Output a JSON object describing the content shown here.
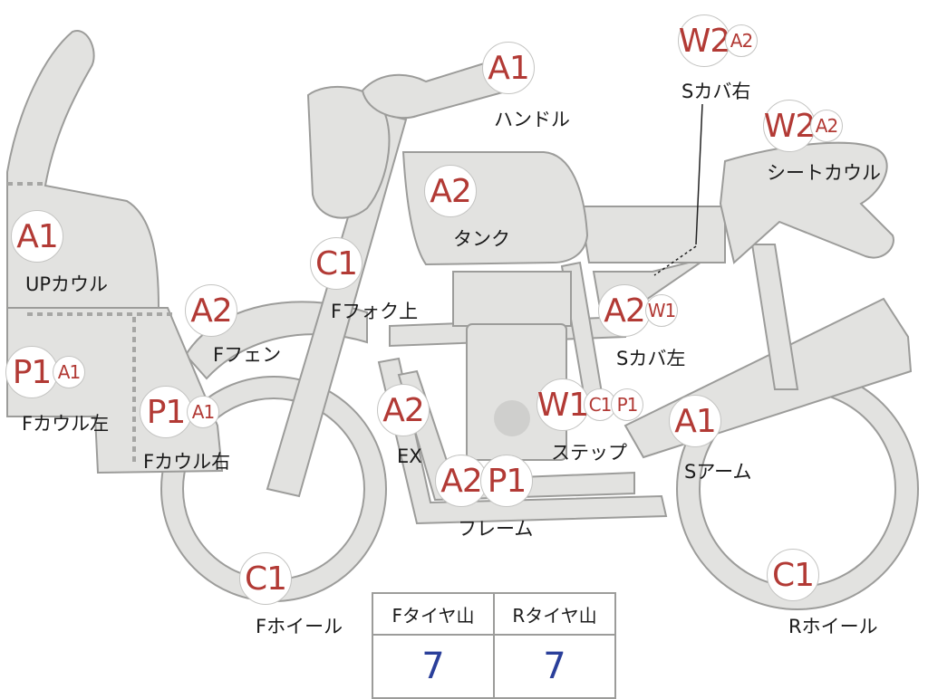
{
  "parts": [
    {
      "id": "handle",
      "label": "ハンドル",
      "codes": [
        "A1"
      ]
    },
    {
      "id": "scov-r",
      "label": "Sカバ右",
      "codes": [
        "W2",
        "A2"
      ]
    },
    {
      "id": "seat",
      "label": "シートカウル",
      "codes": [
        "W2",
        "A2"
      ]
    },
    {
      "id": "tank",
      "label": "タンク",
      "codes": [
        "A2"
      ]
    },
    {
      "id": "upcowl",
      "label": "UPカウル",
      "codes": [
        "A1"
      ]
    },
    {
      "id": "ffork",
      "label": "Fフォク上",
      "codes": [
        "C1"
      ]
    },
    {
      "id": "ffender",
      "label": "Fフェン",
      "codes": [
        "A2"
      ]
    },
    {
      "id": "scov-l",
      "label": "Sカバ左",
      "codes": [
        "A2",
        "W1"
      ]
    },
    {
      "id": "fcowl-l",
      "label": "Fカウル左",
      "codes": [
        "P1",
        "A1"
      ]
    },
    {
      "id": "fcowl-r",
      "label": "Fカウル右",
      "codes": [
        "P1",
        "A1"
      ]
    },
    {
      "id": "ex",
      "label": "EX",
      "codes": [
        "A2"
      ]
    },
    {
      "id": "step",
      "label": "ステップ",
      "codes": [
        "W1",
        "C1",
        "P1"
      ]
    },
    {
      "id": "sarm",
      "label": "Sアーム",
      "codes": [
        "A1"
      ]
    },
    {
      "id": "frame",
      "label": "フレーム",
      "codes": [
        "A2",
        "P1"
      ]
    },
    {
      "id": "fwheel",
      "label": "Fホイール",
      "codes": [
        "C1"
      ]
    },
    {
      "id": "rwheel",
      "label": "Rホイール",
      "codes": [
        "C1"
      ]
    }
  ],
  "tread_table": {
    "headers": [
      "Fタイヤ山",
      "Rタイヤ山"
    ],
    "values": [
      "7",
      "7"
    ]
  },
  "colors": {
    "body_fill": "#e2e2e0",
    "outline": "#9c9c9a",
    "code_text": "#b23a35",
    "value_text": "#2a3f9a"
  }
}
